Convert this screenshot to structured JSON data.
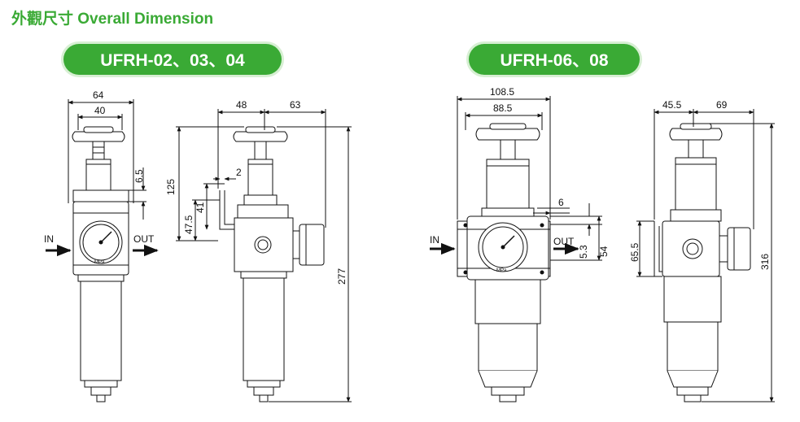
{
  "header": {
    "title": "外觀尺寸 Overall Dimension"
  },
  "models": [
    {
      "label": "UFRH-02、03、04"
    },
    {
      "label": "UFRH-06、08"
    }
  ],
  "ports": {
    "in": "IN",
    "out": "OUT"
  },
  "gauge_unit": "MPa",
  "dims": {
    "a": {
      "w64": "64",
      "w40": "40",
      "h65": "6.5"
    },
    "b": {
      "w48": "48",
      "w63": "63",
      "d2": "2",
      "h125": "125",
      "h41": "41",
      "h475": "47.5",
      "h277": "277"
    },
    "c": {
      "w1085": "108.5",
      "w885": "88.5",
      "d6": "6",
      "h53": "5.3",
      "h54": "54"
    },
    "d": {
      "w455": "45.5",
      "w69": "69",
      "h655": "65.5",
      "h316": "316"
    }
  },
  "colors": {
    "accent": "#3aaa35",
    "line": "#111111"
  }
}
